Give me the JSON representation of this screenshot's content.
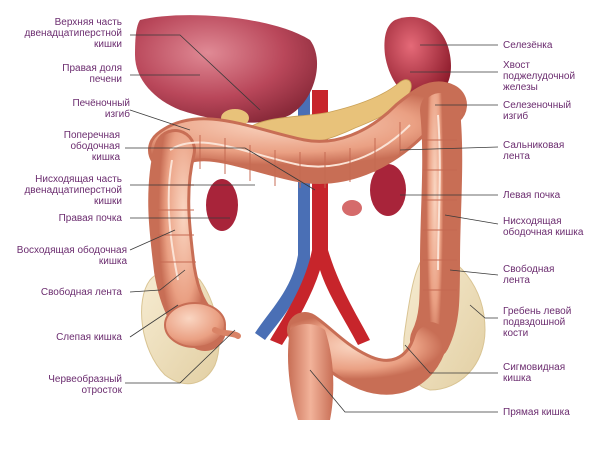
{
  "colors": {
    "label_text": "#6b2c6f",
    "leader_line": "#3a3a3a",
    "colon": "#e89a7a",
    "colon_shadow": "#c86e55",
    "liver": "#b9475a",
    "spleen": "#b8283a",
    "pancreas": "#e8c27a",
    "aorta": "#c7252b",
    "vena_cava": "#4a6fb5",
    "pelvis": "#efe0bd",
    "kidney": "#a8243a"
  },
  "labels_left": [
    {
      "id": "duodenum-upper",
      "lines": [
        "Верхняя часть",
        "двенадцатиперстной",
        "кишки"
      ]
    },
    {
      "id": "right-liver-lobe",
      "lines": [
        "Правая доля",
        "печени"
      ]
    },
    {
      "id": "hepatic-flexure",
      "lines": [
        "Печёночный",
        "изгиб"
      ]
    },
    {
      "id": "transverse-colon",
      "lines": [
        "Поперечная",
        "ободочная",
        "кишка"
      ]
    },
    {
      "id": "duodenum-descending",
      "lines": [
        "Нисходящая часть",
        "двенадцатиперстной",
        "кишки"
      ]
    },
    {
      "id": "right-kidney",
      "lines": [
        "Правая почка"
      ]
    },
    {
      "id": "ascending-colon",
      "lines": [
        "Восходящая ободочная",
        "кишка"
      ]
    },
    {
      "id": "taenia-left",
      "lines": [
        "Свободная лента"
      ]
    },
    {
      "id": "cecum",
      "lines": [
        "Слепая кишка"
      ]
    },
    {
      "id": "appendix",
      "lines": [
        "Червеобразный",
        "отросток"
      ]
    }
  ],
  "labels_right": [
    {
      "id": "spleen",
      "lines": [
        "Селезёнка"
      ]
    },
    {
      "id": "pancreas-tail",
      "lines": [
        "Хвост",
        "поджелудочной",
        "железы"
      ]
    },
    {
      "id": "splenic-flexure",
      "lines": [
        "Селезеночный",
        "изгиб"
      ]
    },
    {
      "id": "omental-taenia",
      "lines": [
        "Сальниковая",
        "лента"
      ]
    },
    {
      "id": "left-kidney",
      "lines": [
        "Левая почка"
      ]
    },
    {
      "id": "descending-colon",
      "lines": [
        "Нисходящая",
        "ободочная кишка"
      ]
    },
    {
      "id": "taenia-right",
      "lines": [
        "Свободная",
        "лента"
      ]
    },
    {
      "id": "iliac-crest",
      "lines": [
        "Гребень левой",
        "подвздошной",
        "кости"
      ]
    },
    {
      "id": "sigmoid-colon",
      "lines": [
        "Сигмовидная",
        "кишка"
      ]
    },
    {
      "id": "rectum",
      "lines": [
        "Прямая кишка"
      ]
    }
  ]
}
